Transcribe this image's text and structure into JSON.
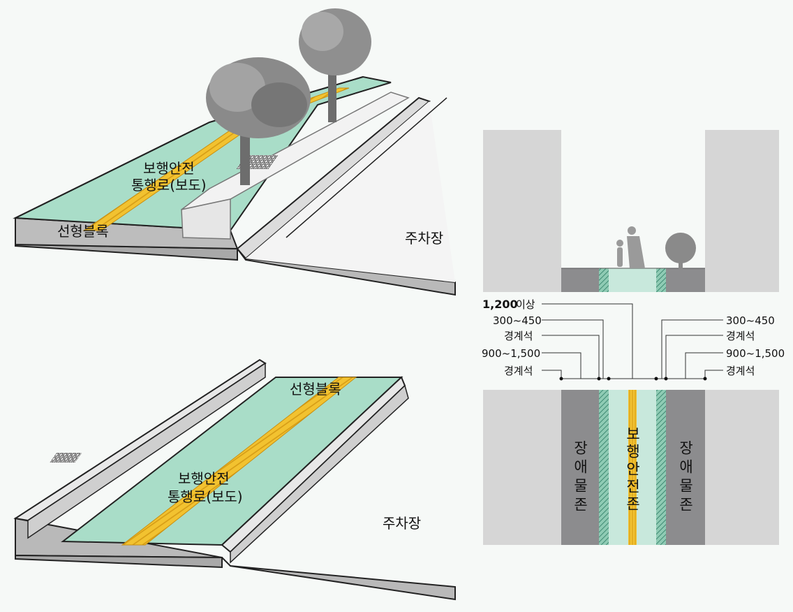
{
  "top_view": {
    "walkway_label_line1": "보행안전",
    "walkway_label_line2": "통행로(보도)",
    "tactile_label": "선형블록",
    "parking_label": "주차장"
  },
  "bottom_view": {
    "tactile_label": "선형블록",
    "walkway_label_line1": "보행안전",
    "walkway_label_line2": "통행로(보도)",
    "parking_label": "주차장"
  },
  "section": {
    "left_labels": {
      "width_main": "1,200",
      "width_main_suffix": "이상",
      "width_mid": "300~450",
      "curb_1": "경계석",
      "width_obstacle": "900~1,500",
      "curb_2": "경계석"
    },
    "right_labels": {
      "width_mid": "300~450",
      "curb_1": "경계석",
      "width_obstacle": "900~1,500",
      "curb_2": "경계석"
    },
    "zones": {
      "obstacle_left": "장애물존",
      "safety": "보행안전존",
      "obstacle_right": "장애물존"
    }
  },
  "colors": {
    "walkway_mint": "#a9ddc8",
    "tactile_yellow": "#f2c230",
    "obstacle_gray": "#8c8c8e",
    "building_gray": "#d6d6d6",
    "curb_hatch": "#5aa28a"
  }
}
